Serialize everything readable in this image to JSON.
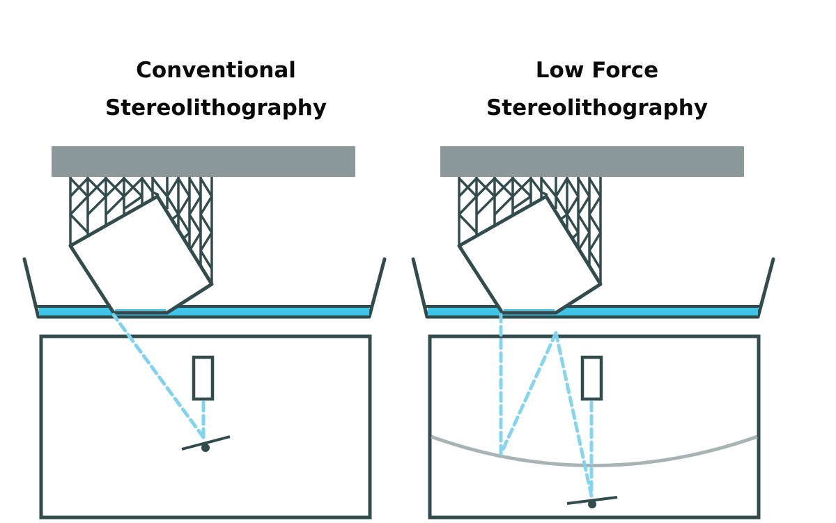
{
  "panels": [
    {
      "id": "conventional",
      "title_line1": "Conventional",
      "title_line2": "Stereolithography",
      "optics": "direct-laser-to-galvanometer"
    },
    {
      "id": "low-force",
      "title_line1": "Low Force",
      "title_line2": "Stereolithography",
      "optics": "laser-galvanometer-parabolic-mirror-fold-mirror"
    }
  ],
  "colors": {
    "build_platform": "#8a9899",
    "structure_stroke": "#324c4e",
    "resin": "#3dc4e6",
    "laser_beam": "#7fd3ee",
    "parabolic_mirror": "#a8b4b4",
    "background": "#ffffff"
  }
}
